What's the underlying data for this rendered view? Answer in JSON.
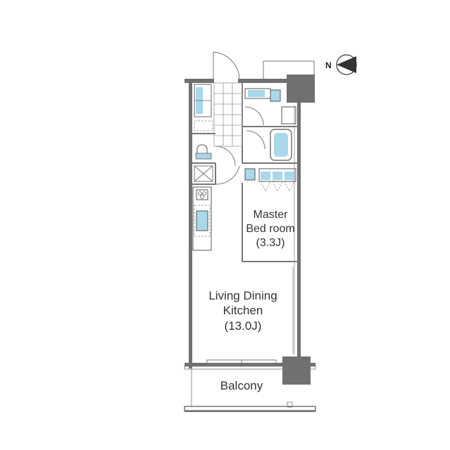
{
  "compass": {
    "north_letter": "N",
    "icon": "north-arrow-icon"
  },
  "rooms": {
    "master_bedroom": {
      "line1": "Master",
      "line2": "Bed room",
      "size": "(3.3J)"
    },
    "ldk": {
      "line1": "Living Dining",
      "line2": "Kitchen",
      "size": "(13.0J)"
    },
    "balcony": {
      "name": "Balcony"
    }
  },
  "colors": {
    "wall": "#707070",
    "wall_dark": "#555555",
    "fixture": "#a9d8ea",
    "line": "#777777"
  }
}
